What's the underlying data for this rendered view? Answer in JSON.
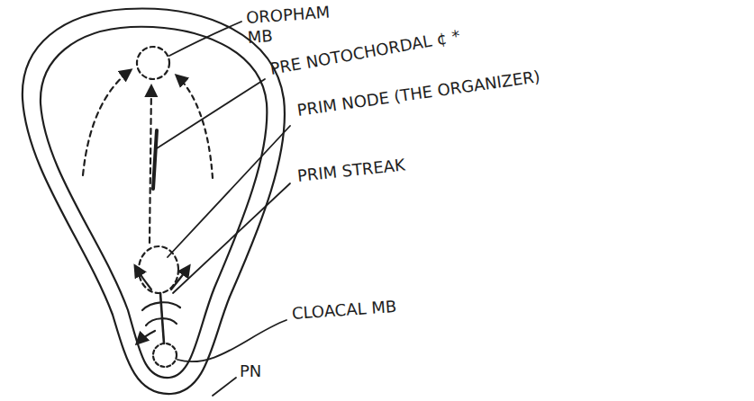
{
  "diagram": {
    "labels": [
      "OROPHAM MB",
      "PRE NOTOCHORDAL ¢ *",
      "PRIM NODE (THE ORGANIZER)",
      "PRIM STREAK",
      "CLOACAL MB",
      "PN"
    ]
  }
}
